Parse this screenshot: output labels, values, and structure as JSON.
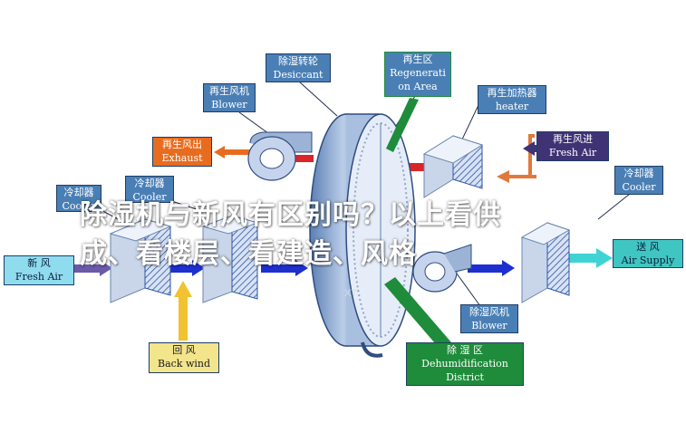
{
  "labels": {
    "desiccant": {
      "zh": "除湿转轮",
      "en": "Desiccant"
    },
    "regeneration_area": {
      "zh": "再生区",
      "en1": "Regenerati",
      "en2": "on Area"
    },
    "regen_blower": {
      "zh": "再生风机",
      "en": "Blower"
    },
    "regen_heater": {
      "zh": "再生加热器",
      "en": "heater"
    },
    "exhaust": {
      "zh": "再生风出",
      "en": "Exhaust"
    },
    "regen_fresh_air": {
      "zh": "再生风进",
      "en": "Fresh Air"
    },
    "cooler_left": {
      "zh": "冷却器",
      "en": "Cooler"
    },
    "cooler_mid": {
      "zh": "冷却器",
      "en": "Cooler"
    },
    "cooler_right": {
      "zh": "冷却器",
      "en": "Cooler"
    },
    "fresh_air": {
      "zh": "新    风",
      "en": "Fresh Air"
    },
    "air_supply": {
      "zh": "送   风",
      "en": "Air Supply"
    },
    "back_wind": {
      "zh": "回    风",
      "en": "Back wind"
    },
    "dehum_blower": {
      "zh": "除湿风机",
      "en": "Blower"
    },
    "dehum_district": {
      "zh": "除    湿    区",
      "en1": "Dehumidification",
      "en2": "District"
    }
  },
  "overlay": {
    "line1": "除湿机与新风有区别吗？以上看供",
    "line2": "成、看楼层、看建造、风格"
  },
  "watermark": "XT",
  "colors": {
    "label_blue": "#4a7fb5",
    "label_cyan": "#8fdcef",
    "exhaust_orange": "#e86c1f",
    "back_wind_yellow": "#f2e58c",
    "dehum_green": "#1e8c3a",
    "supply_teal": "#40c6c2",
    "regen_navy": "#3f3375",
    "airflow_red": "#d9252a",
    "airflow_blue": "#1e2fcf",
    "airflow_purple": "#6a5aa8",
    "airflow_yellow": "#f2c230",
    "airflow_teal": "#3fd3d6",
    "hot_flow_orange": "#e0793a"
  }
}
